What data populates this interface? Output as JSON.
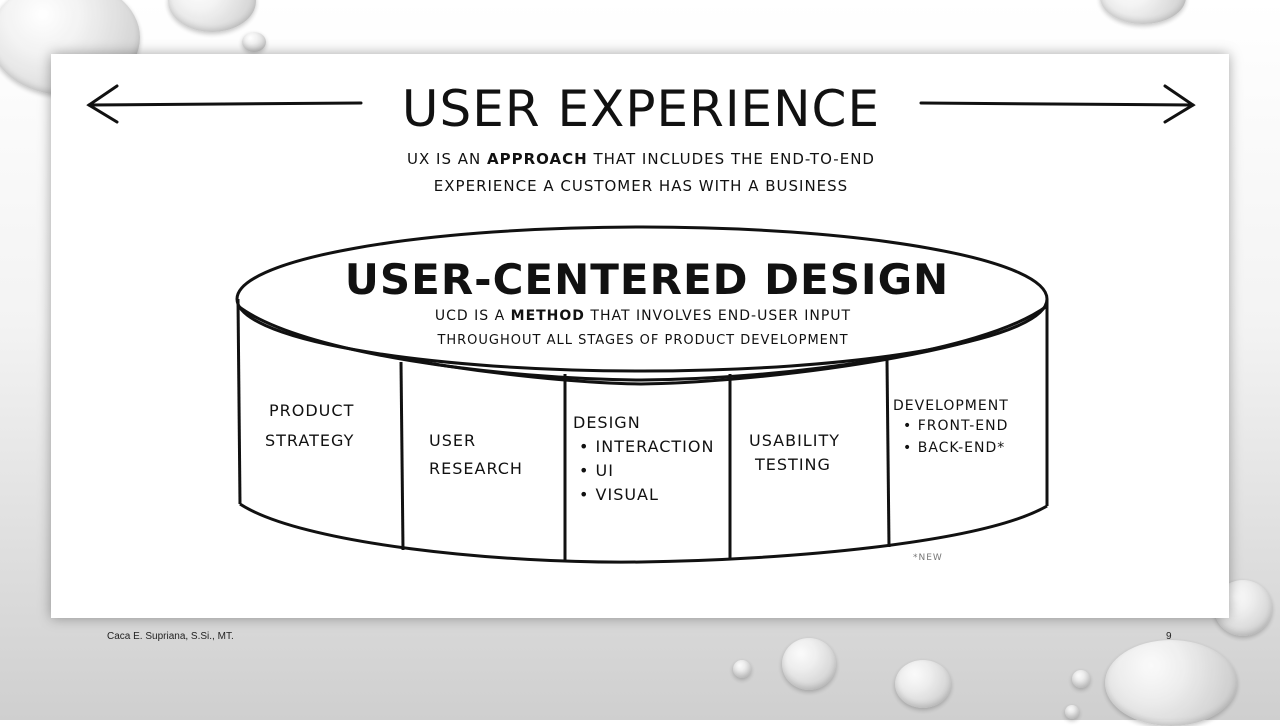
{
  "title": "USER EXPERIENCE",
  "ux_desc_line1": "UX IS AN APPROACH THAT INCLUDES THE END-TO-END",
  "ux_desc_line2": "EXPERIENCE A CUSTOMER HAS WITH A BUSINESS",
  "ux_desc_parts": {
    "pre": "UX IS AN ",
    "bold": "APPROACH",
    "post": " THAT INCLUDES THE END-TO-END"
  },
  "ucd_title": "USER-CENTERED DESIGN",
  "ucd_desc_parts": {
    "pre": "UCD IS A ",
    "bold": "METHOD",
    "post": " THAT INVOLVES END-USER INPUT"
  },
  "ucd_desc_line2": "THROUGHOUT ALL STAGES OF PRODUCT DEVELOPMENT",
  "stages": {
    "product_strategy": [
      "PRODUCT",
      "STRATEGY"
    ],
    "user_research": [
      "USER",
      "RESEARCH"
    ],
    "design": {
      "label": "DESIGN",
      "items": [
        "• INTERACTION",
        "• UI",
        "• VISUAL"
      ]
    },
    "usability_testing": [
      "USABILITY",
      "TESTING"
    ],
    "development": {
      "label": "DEVELOPMENT",
      "items": [
        "• FRONT-END",
        "• BACK-END*"
      ]
    }
  },
  "note": "*NEW",
  "footer": {
    "author": "Caca E. Supriana, S.Si., MT.",
    "page": "9"
  }
}
